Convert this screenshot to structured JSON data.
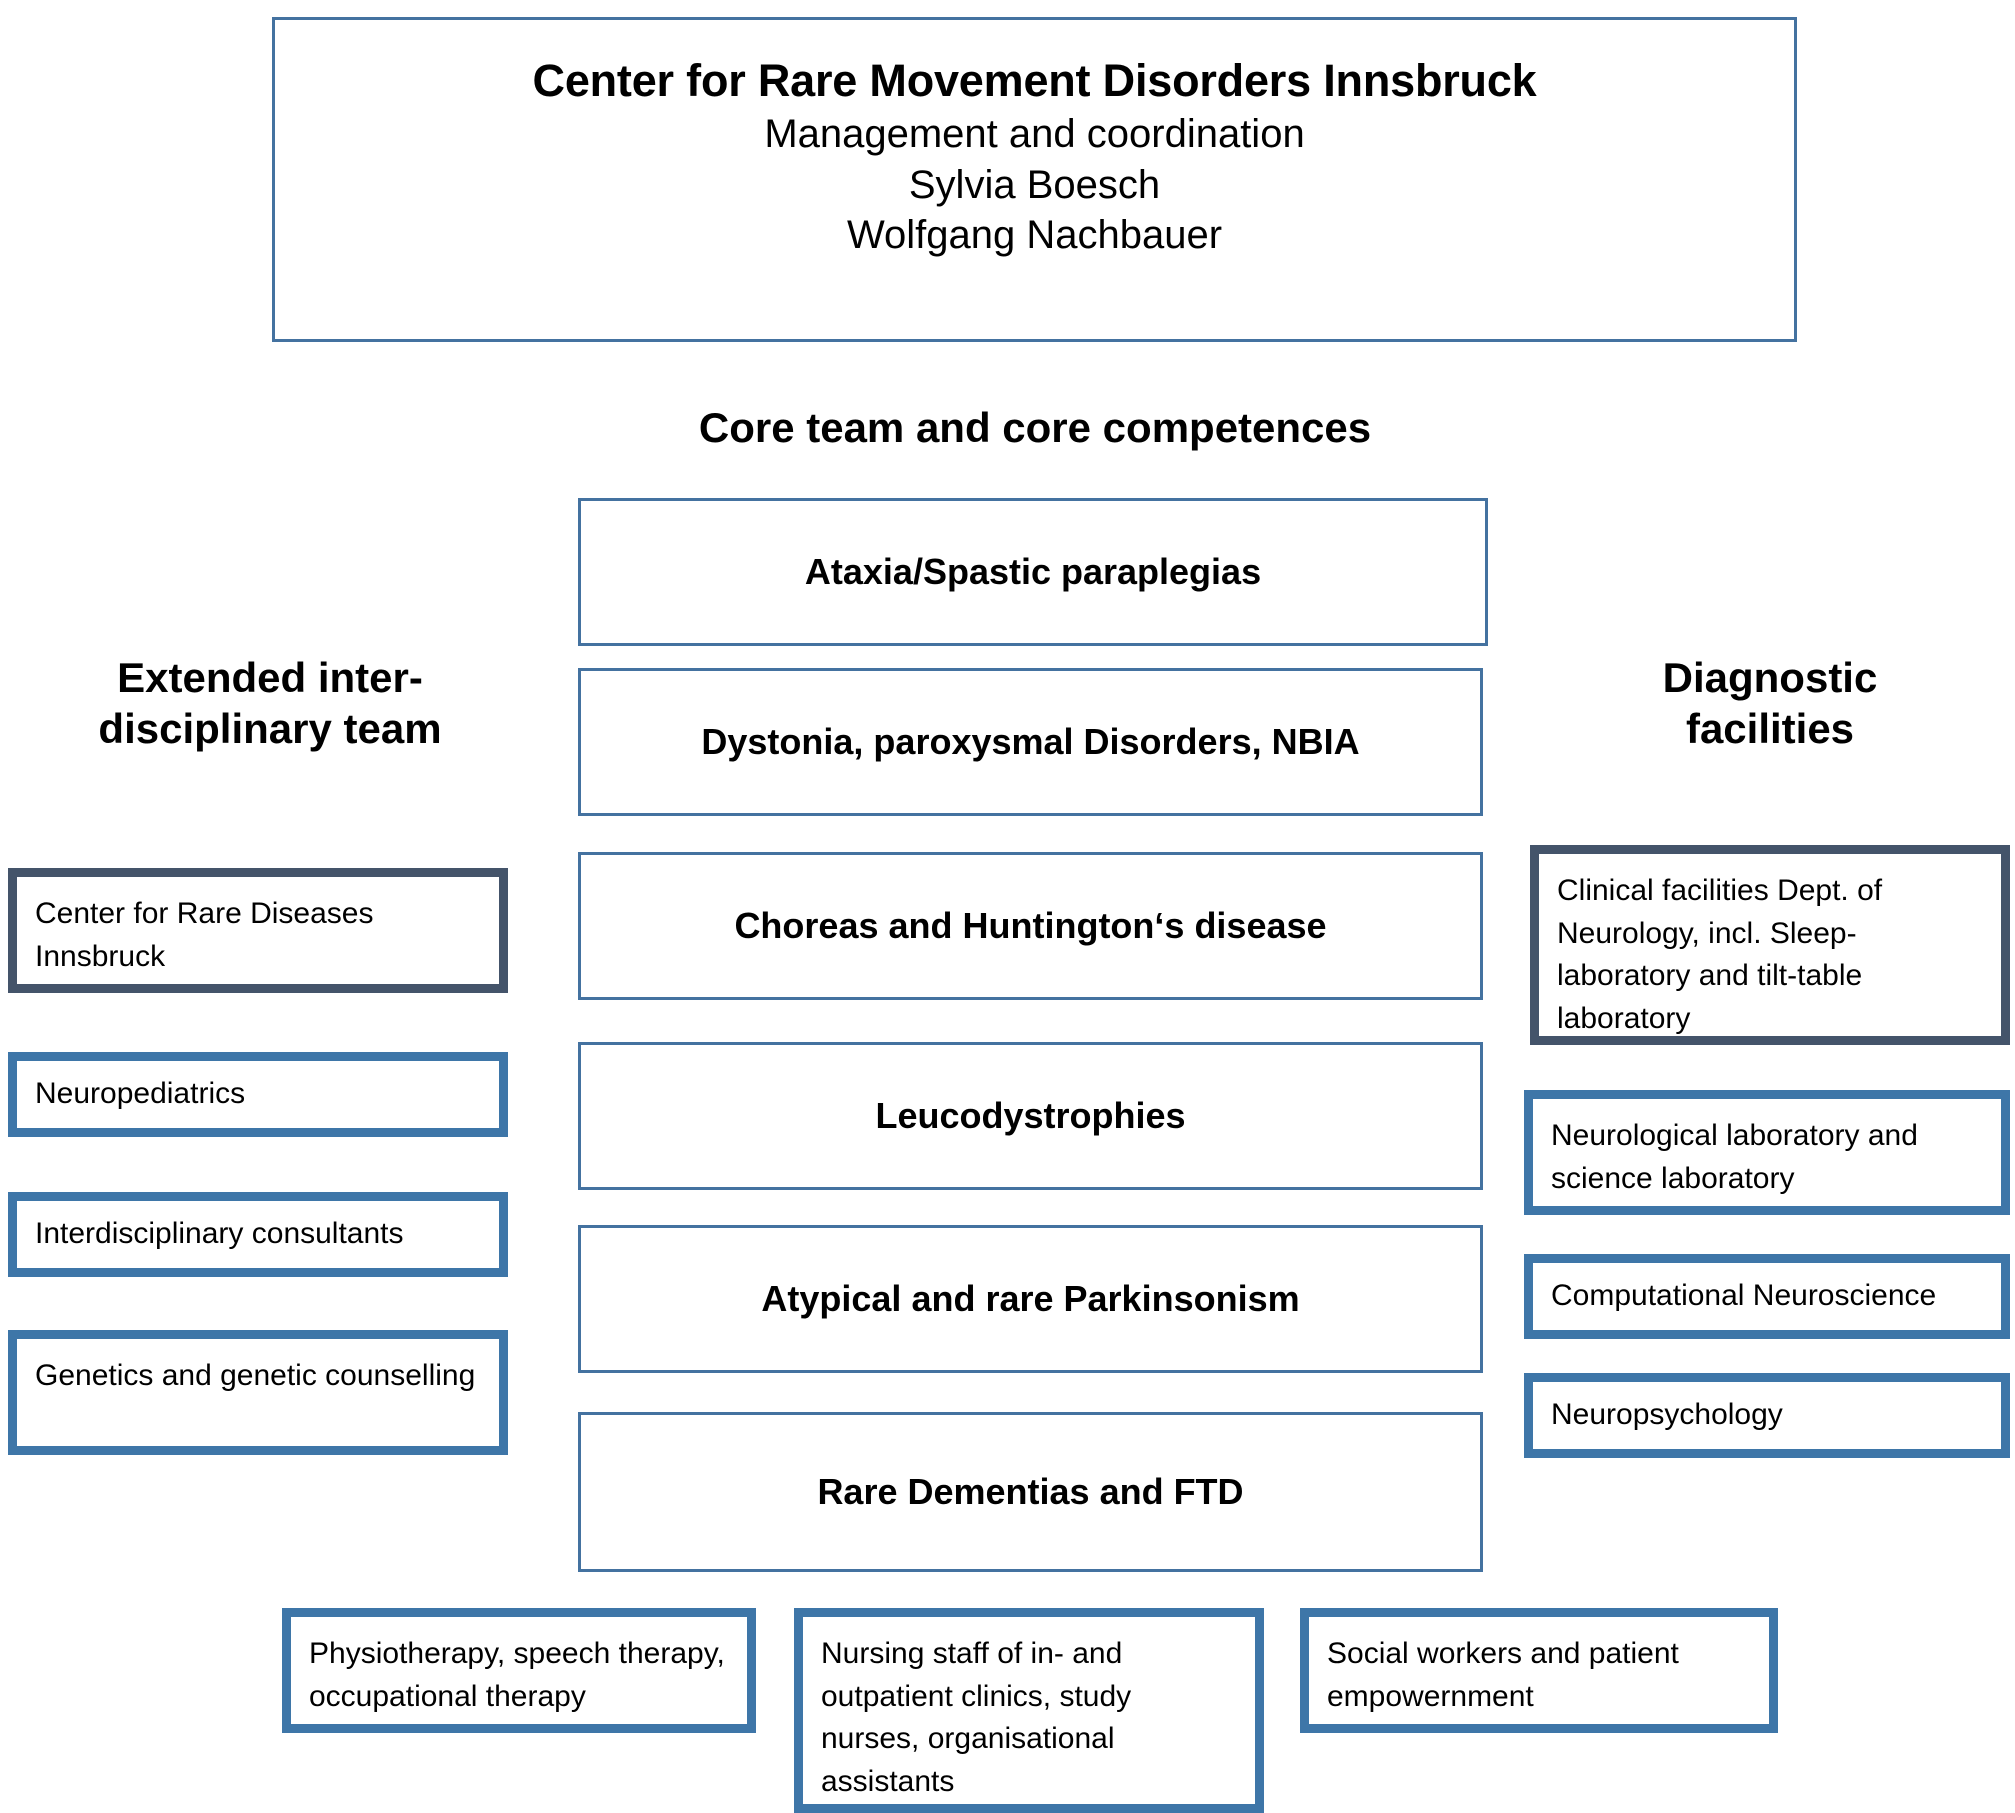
{
  "header": {
    "title": "Center for Rare Movement Disorders Innsbruck",
    "line2": "Management and coordination",
    "line3": "Sylvia Boesch",
    "line4": "Wolfgang Nachbauer"
  },
  "sections": {
    "center_heading": "Core team and core competences",
    "left_heading": "Extended inter-disciplinary team",
    "left_heading_line1": "Extended inter-",
    "left_heading_line2": "disciplinary team",
    "right_heading_line1": "Diagnostic",
    "right_heading_line2": "facilities"
  },
  "core_competences": [
    {
      "label": "Ataxia/Spastic paraplegias"
    },
    {
      "label": "Dystonia, paroxysmal Disorders, NBIA"
    },
    {
      "label": "Choreas and Huntington‘s disease"
    },
    {
      "label": "Leucodystrophies"
    },
    {
      "label": "Atypical and rare Parkinsonism"
    },
    {
      "label": "Rare Dementias and FTD"
    }
  ],
  "extended_team": [
    {
      "label": "Center for Rare Diseases Innsbruck",
      "style": "thick-dark"
    },
    {
      "label": "Neuropediatrics",
      "style": "thick"
    },
    {
      "label": "Interdisciplinary consultants",
      "style": "thick"
    },
    {
      "label": "Genetics and genetic counselling",
      "style": "thick"
    }
  ],
  "diagnostic_facilities": [
    {
      "label": "Clinical facilities Dept. of Neurology, incl. Sleep-laboratory and tilt-table laboratory",
      "style": "thick-dark"
    },
    {
      "label": "Neurological laboratory and science laboratory",
      "style": "thick"
    },
    {
      "label": "Computational  Neuroscience",
      "style": "thick"
    },
    {
      "label": "Neuropsychology",
      "style": "thick"
    }
  ],
  "support_roles": [
    {
      "label": "Physiotherapy, speech therapy, occupational therapy"
    },
    {
      "label": "Nursing staff of in- and outpatient clinics, study nurses, organisational assistants"
    },
    {
      "label": "Social workers and patient empowernment"
    }
  ],
  "colors": {
    "outline_thin": "#4472A0",
    "outline_thick": "#3E76A8",
    "outline_dark": "#44546A",
    "background": "#ffffff",
    "text": "#000000"
  }
}
